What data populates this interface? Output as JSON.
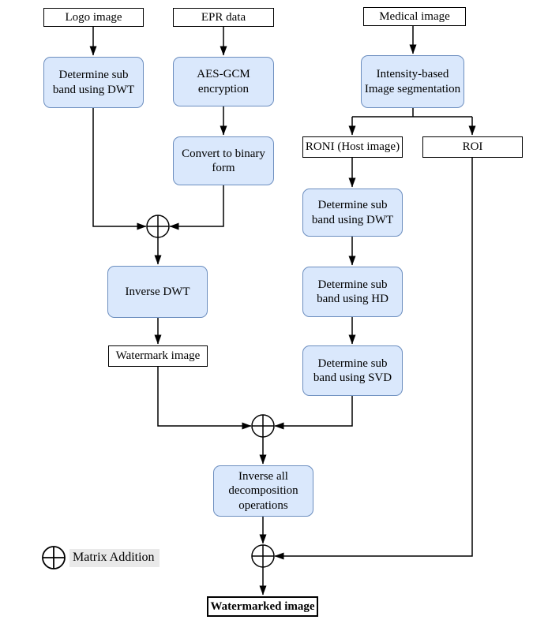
{
  "diagram": {
    "nodes": {
      "logo_image": "Logo image",
      "epr_data": "EPR data",
      "medical_image": "Medical image",
      "dwt_logo": "Determine sub\nband using DWT",
      "aes_gcm": "AES-GCM\nencryption",
      "intensity_seg": "Intensity-based\nImage segmentation",
      "convert_binary": "Convert to binary\nform",
      "roni": "RONI (Host image)",
      "roi": "ROI",
      "dwt_host": "Determine sub\nband using DWT",
      "hd_host": "Determine sub\nband using HD",
      "svd_host": "Determine sub\nband using SVD",
      "inverse_dwt": "Inverse DWT",
      "watermark_image": "Watermark image",
      "inverse_all": "Inverse all\ndecomposition\noperations",
      "watermarked_image": "Watermarked image"
    },
    "legend": {
      "symbol": "circled-plus-icon",
      "label": "Matrix Addition"
    },
    "colors": {
      "process_fill": "#dae8fc",
      "process_border": "#6c8ebf",
      "io_fill": "#ffffff",
      "line": "#000000",
      "legend_bg": "#e9e9e9"
    }
  }
}
